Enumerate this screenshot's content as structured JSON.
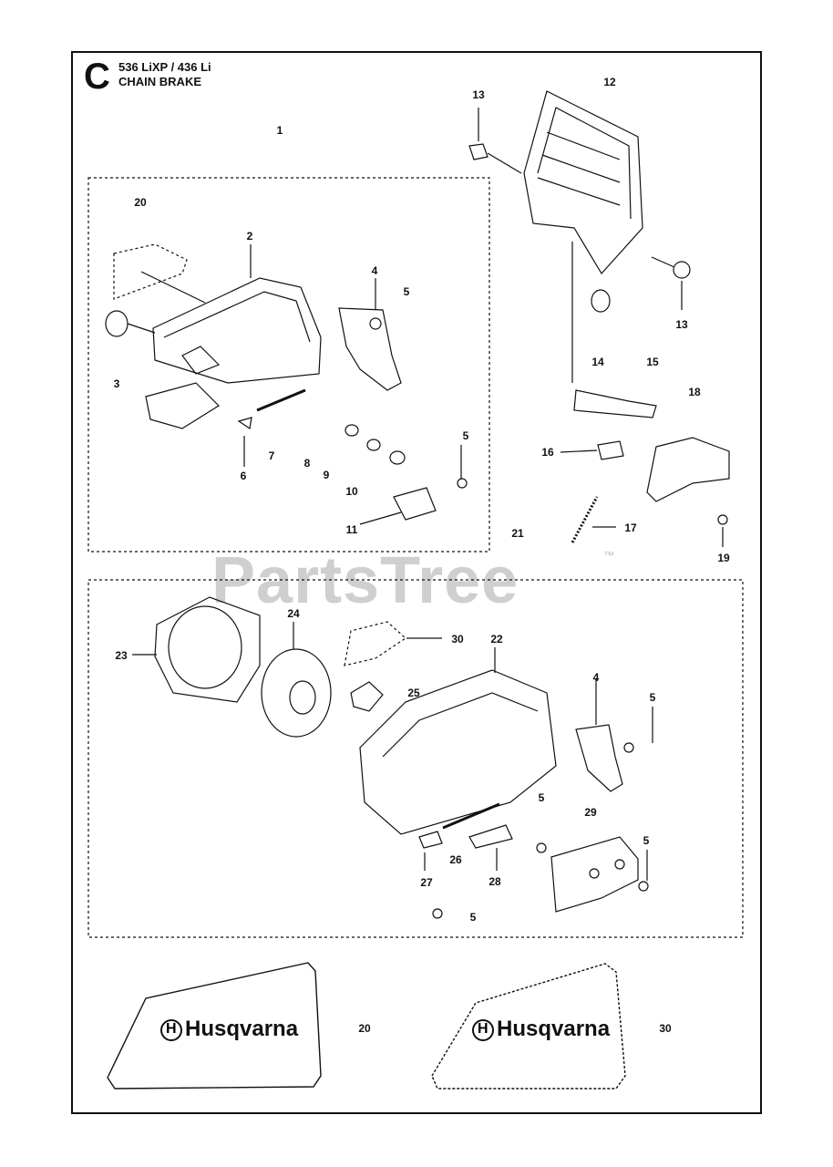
{
  "header": {
    "section_letter": "C",
    "model": "536 LiXP / 436 Li",
    "subtitle": "CHAIN BRAKE"
  },
  "watermark": {
    "text": "PartsTree",
    "tm": "™"
  },
  "decals": [
    {
      "brand": "Husqvarna",
      "callout": "20"
    },
    {
      "brand": "Husqvarna",
      "callout": "30"
    }
  ],
  "callouts": {
    "c1": "1",
    "c2": "2",
    "c3": "3",
    "c4a": "4",
    "c4b": "4",
    "c5a": "5",
    "c5b": "5",
    "c5c": "5",
    "c5d": "5",
    "c5e": "5",
    "c5f": "5",
    "c6": "6",
    "c7": "7",
    "c8": "8",
    "c9": "9",
    "c10": "10",
    "c11": "11",
    "c12": "12",
    "c13a": "13",
    "c13b": "13",
    "c14": "14",
    "c15": "15",
    "c16": "16",
    "c17": "17",
    "c18": "18",
    "c19": "19",
    "c20": "20",
    "c21": "21",
    "c22": "22",
    "c23": "23",
    "c24": "24",
    "c25": "25",
    "c26": "26",
    "c27": "27",
    "c28": "28",
    "c29": "29",
    "c30": "30"
  }
}
